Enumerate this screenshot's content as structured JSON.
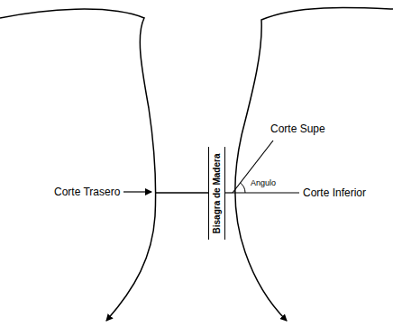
{
  "diagram": {
    "nodes": [
      {
        "text": [
          "Bisagra de Madera"
        ]
      }
    ],
    "labels": [
      "Corte Trasero",
      "Corte Supe",
      "Angulo",
      "Corte Inferior"
    ]
  }
}
